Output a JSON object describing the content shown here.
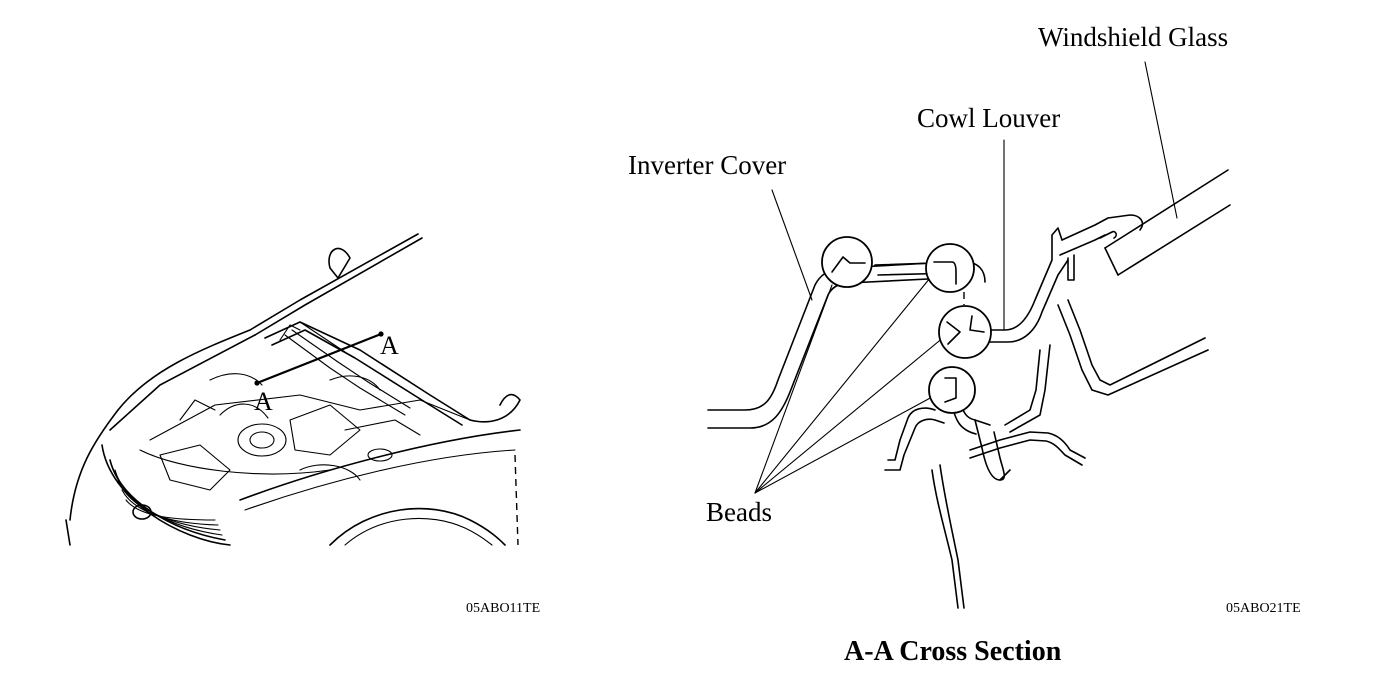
{
  "left_figure": {
    "section_marker_a1": "A",
    "section_marker_a2": "A",
    "figure_code": "05ABO11TE"
  },
  "right_figure": {
    "labels": {
      "windshield_glass": "Windshield Glass",
      "cowl_louver": "Cowl Louver",
      "inverter_cover": "Inverter Cover",
      "beads": "Beads"
    },
    "figure_code": "05ABO21TE",
    "caption": "A-A Cross Section"
  }
}
